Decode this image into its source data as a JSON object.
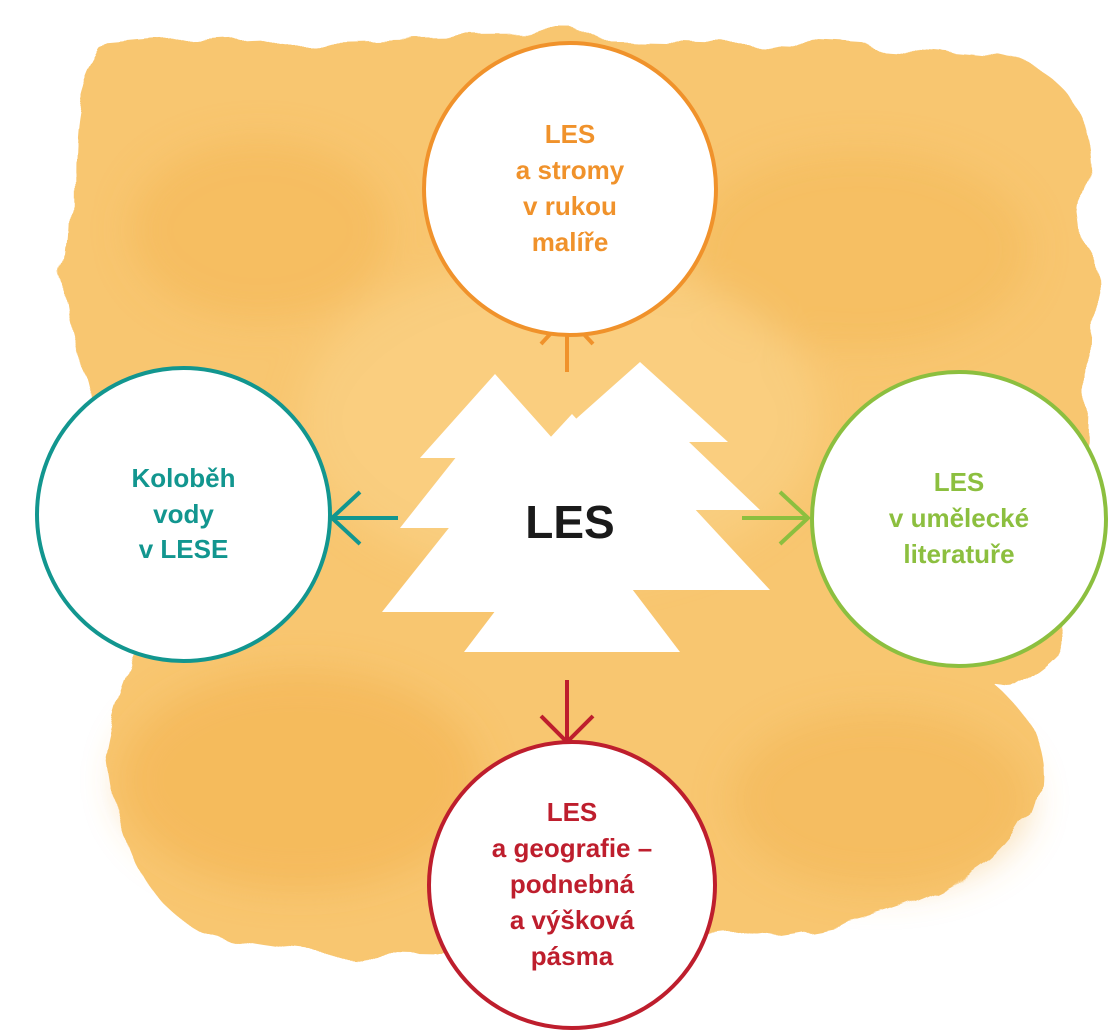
{
  "center": {
    "label": "LES"
  },
  "nodes": {
    "top": {
      "text": "LES\na stromy\nv rukou\nmalíře",
      "color": "#f0922b"
    },
    "left": {
      "text": "Koloběh\nvody\nv LESE",
      "color": "#12968f"
    },
    "right": {
      "text": "LES\nv umělecké\nliteratuře",
      "color": "#8cbf3f"
    },
    "bottom": {
      "text": "LES\na geografie –\npodnebná\na výšková\npásma",
      "color": "#be1e2d"
    }
  },
  "colors": {
    "watercolor": "#f7c46a",
    "trees": "#ffffff",
    "center_text": "#1a1a1a"
  },
  "icons": [
    "tree-shape",
    "arrow-up-icon",
    "arrow-left-icon",
    "arrow-right-icon",
    "arrow-down-icon"
  ]
}
